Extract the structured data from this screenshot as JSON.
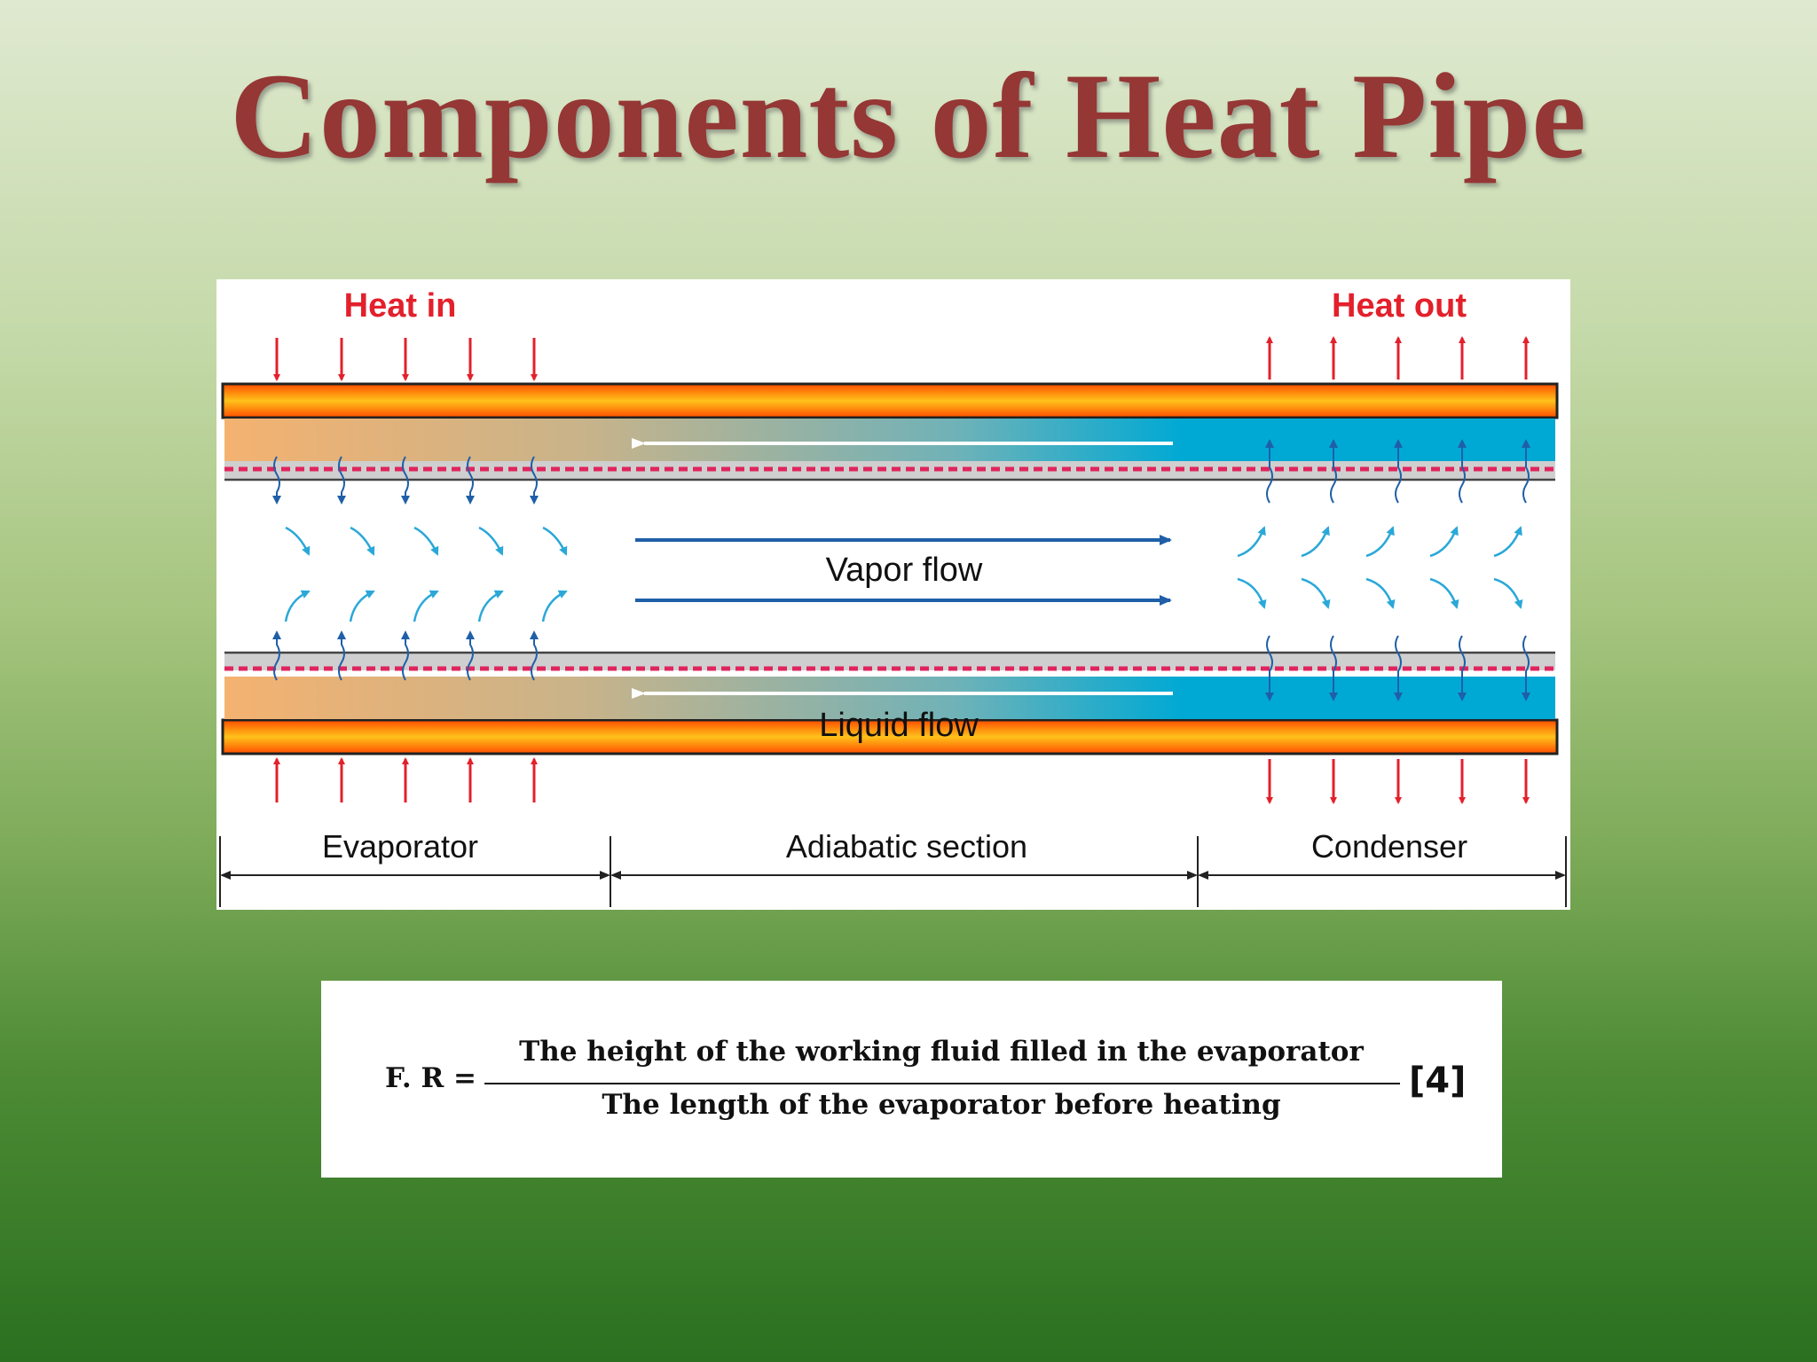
{
  "slide": {
    "title": "Components of Heat Pipe"
  },
  "diagram": {
    "heat_in_label": "Heat in",
    "heat_out_label": "Heat out",
    "vapor_flow_label": "Vapor flow",
    "liquid_flow_label": "Liquid flow",
    "sections": {
      "evaporator": "Evaporator",
      "adiabatic": "Adiabatic section",
      "condenser": "Condenser"
    },
    "colors": {
      "heat_arrow": "#e3202b",
      "vapor_arrow": "#1f5fa8",
      "wick_dash": "#e0245e",
      "hot_fluid": "#f4b270",
      "cold_fluid": "#00a9d4",
      "wall_outer": "#ff5a00",
      "wall_inner": "#ffc21a"
    }
  },
  "formula": {
    "lhs": "F. R =",
    "numerator": "The  height of the working  fluid  filled  in  the  evaporator",
    "denominator": "The length of  the  evaporator  before  heating",
    "citation": "[4]"
  }
}
